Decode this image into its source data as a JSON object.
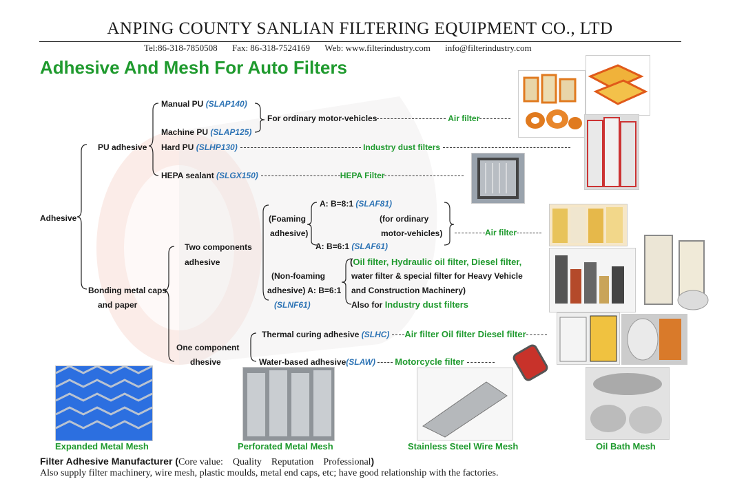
{
  "header": {
    "company": "ANPING COUNTY SANLIAN FILTERING EQUIPMENT CO., LTD",
    "tel": "Tel:86-318-7850508",
    "fax": "Fax: 86-318-7524169",
    "web": "Web: www.filterindustry.com",
    "email": "info@filterindustry.com"
  },
  "title": "Adhesive And Mesh For Auto Filters",
  "tree": {
    "root": "Adhesive",
    "pu": "PU adhesive",
    "manual_pu": "Manual PU",
    "manual_code": "(SLAP140)",
    "machine_pu": "Machine PU",
    "machine_code": "(SLAP125)",
    "ordinary": "For ordinary motor-vehicles",
    "air_filter": "Air filter",
    "hard_pu": "Hard PU",
    "hard_code": "(SLHP130)",
    "industry_dust": "Industry dust filters",
    "hepa": "HEPA sealant",
    "hepa_code": "(SLGX150)",
    "hepa_filter": "HEPA Filter",
    "bonding_1": "Bonding metal caps",
    "bonding_2": "and paper",
    "two_comp_1": "Two components",
    "two_comp_2": "adhesive",
    "foaming_1": "(Foaming",
    "foaming_2": "adhesive)",
    "ab81": "A: B=8:1",
    "ab81_code": "(SLAF81)",
    "ab61": "A: B=6:1",
    "ab61_code": "(SLAF61)",
    "for_ord_1": "(for ordinary",
    "for_ord_2": "motor-vehicles)",
    "air_filter_2": "Air filter",
    "nonfoam_1": "(Non-foaming",
    "nonfoam_2": "adhesive) A: B=6:1",
    "nonfoam_code": "(SLNF61)",
    "oil_line1": "Oil filter, Hydraulic oil filter, Diesel filter,",
    "oil_line2": "water filter & special filter for Heavy Vehicle",
    "oil_line3": "and Construction Machinery)",
    "also_for": "Also for",
    "industry_dust_2": "Industry dust filters",
    "one_comp_1": "One component",
    "one_comp_2": "dhesive",
    "thermal": "Thermal curing adhesive",
    "thermal_code": "(SLHC)",
    "thermal_filters": "Air filter Oil filter Diesel filter",
    "water_based": "Water-based adhesive",
    "water_code": "(SLAW)",
    "motorcycle": "Motorcycle filter"
  },
  "mesh_captions": [
    "Expanded Metal Mesh",
    "Perforated Metal Mesh",
    "Stainless Steel Wire Mesh",
    "Oil Bath Mesh"
  ],
  "footer": {
    "lead": "Filter Adhesive Manufacturer (",
    "core": "Core value:    Quality    Reputation    Professional",
    "close": ")",
    "line2": "Also supply filter machinery, wire mesh, plastic moulds, metal end caps, etc; have good relationship with the factories."
  },
  "colors": {
    "green": "#1f9a2e",
    "blue": "#2e74b5"
  }
}
